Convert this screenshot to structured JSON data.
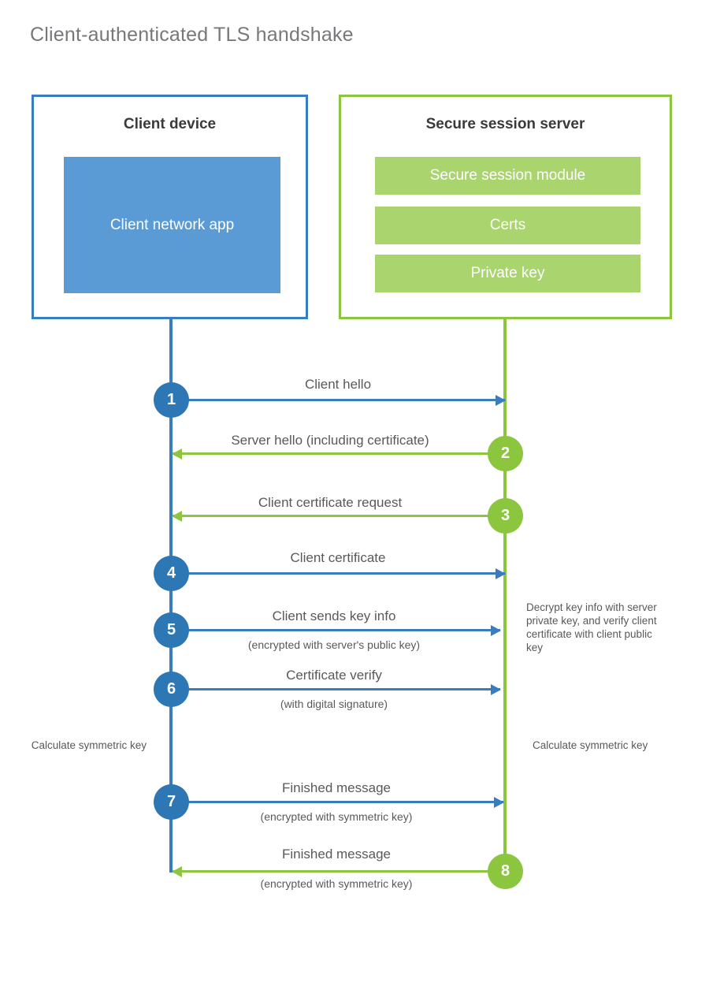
{
  "diagram": {
    "title": "Client-authenticated TLS handshake",
    "colors": {
      "client_blue": "#3a7dbf",
      "client_circle_blue": "#2e77b5",
      "client_app_fill": "#5b9bd5",
      "server_green": "#8cc63e",
      "server_bar_fill": "#a9d46e",
      "text_gray": "#58595b",
      "title_gray": "#77787b",
      "background": "#ffffff"
    }
  },
  "actors": {
    "client": {
      "title": "Client device",
      "app_label": "Client network app"
    },
    "server": {
      "title": "Secure session server",
      "components": [
        "Secure session module",
        "Certs",
        "Private key"
      ]
    }
  },
  "steps": [
    {
      "number": "1",
      "label": "Client hello",
      "sub": "",
      "direction": "client-to-server",
      "color": "blue"
    },
    {
      "number": "2",
      "label": "Server hello (including certificate)",
      "sub": "",
      "direction": "server-to-client",
      "color": "green"
    },
    {
      "number": "3",
      "label": "Client certificate request",
      "sub": "",
      "direction": "server-to-client",
      "color": "green"
    },
    {
      "number": "4",
      "label": "Client certificate",
      "sub": "",
      "direction": "client-to-server",
      "color": "blue"
    },
    {
      "number": "5",
      "label": "Client sends key info",
      "sub": "(encrypted with server's public key)",
      "direction": "client-to-server",
      "color": "blue"
    },
    {
      "number": "6",
      "label": "Certificate verify",
      "sub": "(with digital signature)",
      "direction": "client-to-server",
      "color": "blue"
    },
    {
      "number": "7",
      "label": "Finished message",
      "sub": "(encrypted with symmetric key)",
      "direction": "client-to-server",
      "color": "blue"
    },
    {
      "number": "8",
      "label": "Finished message",
      "sub": "(encrypted with symmetric key)",
      "direction": "server-to-client",
      "color": "green"
    }
  ],
  "notes": {
    "server_decrypt": "Decrypt key info with server private key, and verify client certificate with client public key",
    "client_calculate": "Calculate symmetric key",
    "server_calculate": "Calculate symmetric key"
  }
}
